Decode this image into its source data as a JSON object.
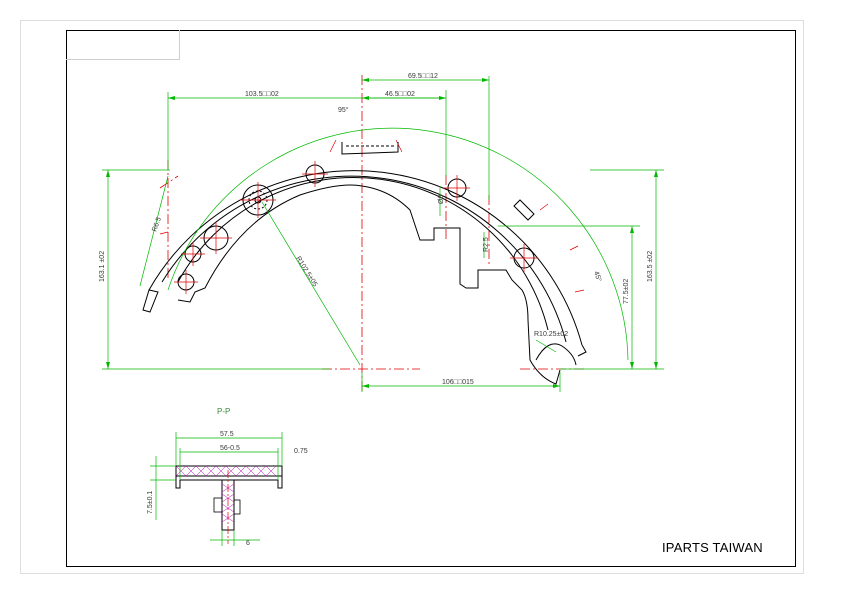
{
  "company": "IPARTS TAIWAN",
  "section_label": "P-P",
  "colors": {
    "outline": "#000000",
    "dimension": "#00b800",
    "centerline": "#e00000",
    "hatch": "#c000c0"
  },
  "dimensions": {
    "d_103_5": "103.5□□02",
    "d_95": "95°",
    "d_69_5": "69.5□□12",
    "d_46_5": "46.5□□02",
    "d_163_1": "163.1 ±02",
    "d_r65": "R6.5",
    "d_r102": "R102.5±05",
    "d_8": "Ø8",
    "d_r25": "R2.5",
    "d_45": "45°",
    "d_77_5": "77.5±02",
    "d_163_5": "163.5 ±02",
    "d_r10": "R10.25±02",
    "d_106": "106□□015",
    "d_57_5": "57.5",
    "d_56": "56-0.5",
    "d_075": "0.75",
    "d_7_5": "7.5±0.1",
    "d_6": "6"
  }
}
